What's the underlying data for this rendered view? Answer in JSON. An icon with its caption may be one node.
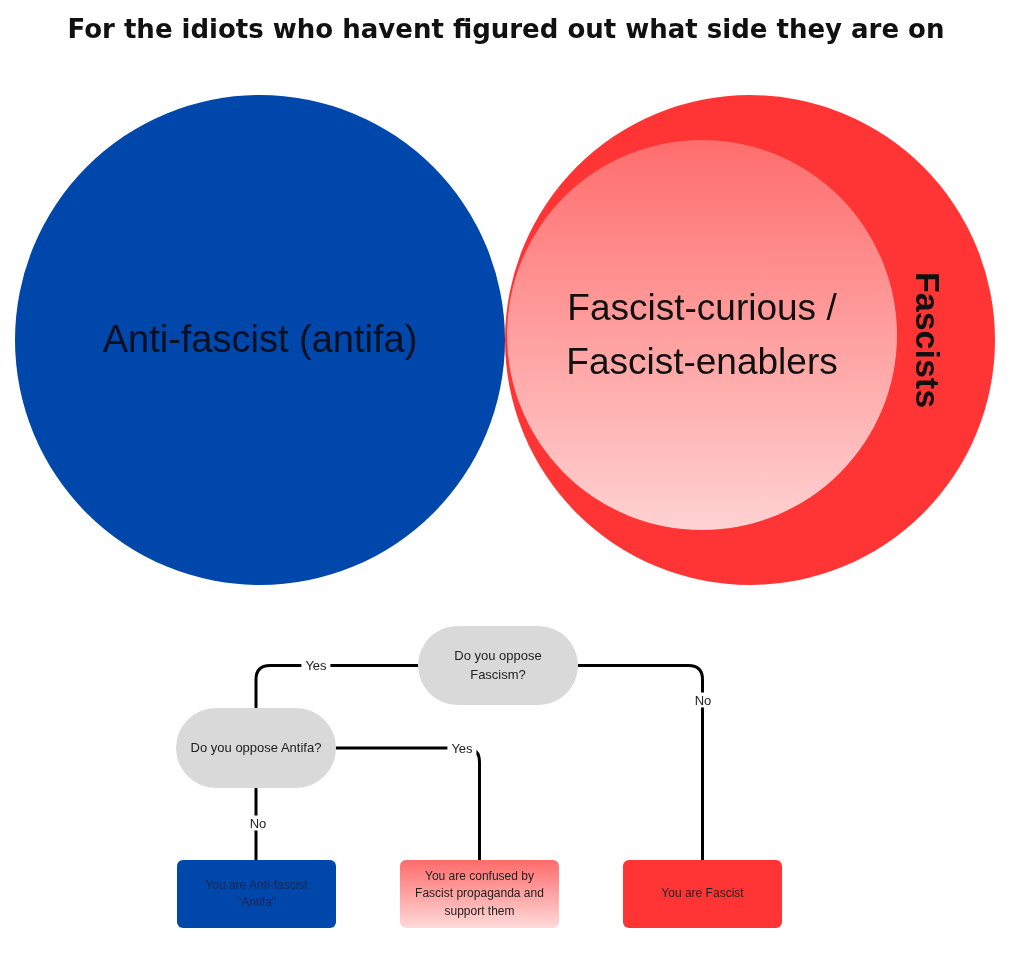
{
  "diagram": {
    "title": "For the idiots who havent figured out what side they are on",
    "nodes": [
      {
        "text": [
          "Anti-fascist (antifa)"
        ]
      },
      {
        "text": [
          "Fascists"
        ]
      },
      {
        "text": [
          "Fascist-curious / Fascist-enablers"
        ],
        "in": 1
      },
      {
        "text": [
          "Do you oppose Fascism?"
        ]
      },
      {
        "text": [
          "Do you oppose Antifa?"
        ]
      },
      {
        "text": [
          "You are Anti-fascist \"Antifa\""
        ]
      },
      {
        "text": [
          "You are confused by Fascist propaganda and support them"
        ]
      },
      {
        "text": [
          "You are Fascist"
        ]
      }
    ],
    "edges": [
      {
        "from": 3,
        "to": 4,
        "arrow": "none",
        "label": "Yes"
      },
      {
        "from": 3,
        "to": 7,
        "arrow": "none",
        "label": "No"
      },
      {
        "from": 4,
        "to": 6,
        "arrow": "none",
        "label": "Yes"
      },
      {
        "from": 4,
        "to": 5,
        "arrow": "none",
        "label": "No"
      }
    ]
  }
}
